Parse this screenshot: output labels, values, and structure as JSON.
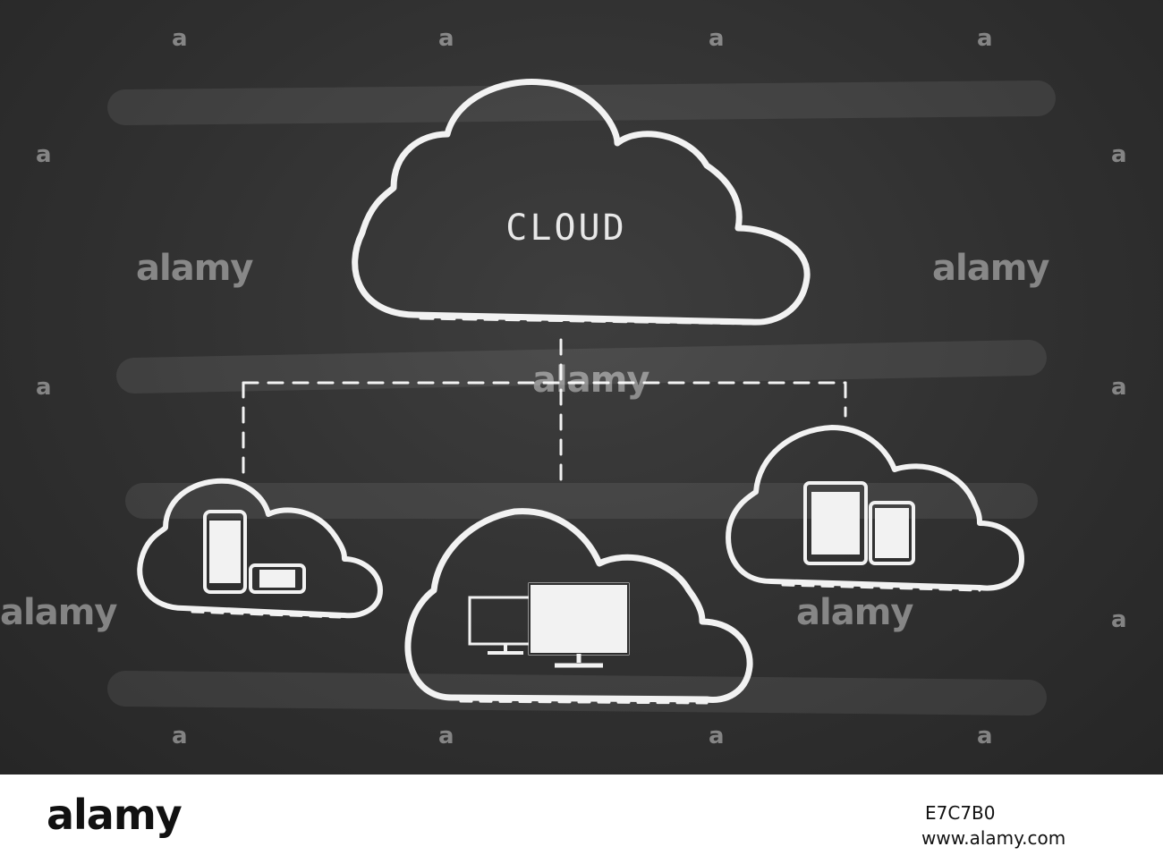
{
  "diagram": {
    "main_cloud_label": "CLOUD"
  },
  "watermark": {
    "brand": "alamy",
    "mark": "a"
  },
  "footer": {
    "logo": "alamy",
    "image_id": "E7C7B0",
    "url": "www.alamy.com"
  }
}
